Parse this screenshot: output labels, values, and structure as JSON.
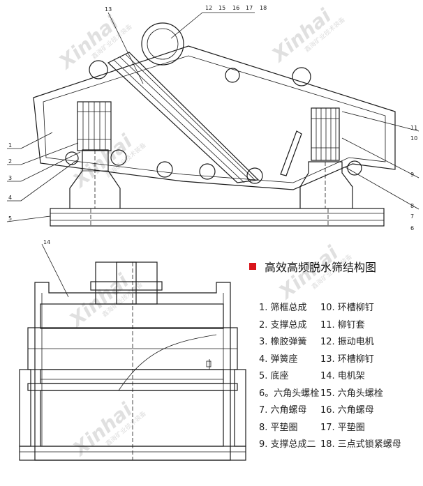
{
  "watermark": {
    "brand": "Xinhai",
    "subtitle": "鑫海矿业技术装备"
  },
  "legend": {
    "title": "高效高频脱水筛结构图",
    "accent_color": "#d9141b",
    "parts_left": [
      "1. 筛框总成",
      "2. 支撑总成",
      "3. 橡胶弹簧",
      "4. 弹簧座",
      "5. 底座",
      "6。六角头螺栓",
      "7. 六角螺母",
      "8. 平垫圈",
      "9. 支撑总成二"
    ],
    "parts_right": [
      "10. 环槽柳钉",
      "11. 柳钉套",
      "12. 振动电机",
      "13. 环槽柳钉",
      "14. 电机架",
      "15. 六角头螺栓",
      "16. 六角螺母",
      "17. 平垫圈",
      "18. 三点式锁紧螺母"
    ]
  },
  "callouts": {
    "top": [
      "13",
      "12",
      "15",
      "16",
      "17",
      "18"
    ],
    "left": [
      "1",
      "2",
      "3",
      "4",
      "5"
    ],
    "right": [
      "11",
      "10",
      "9",
      "8",
      "7",
      "6"
    ],
    "front": [
      "14"
    ]
  }
}
